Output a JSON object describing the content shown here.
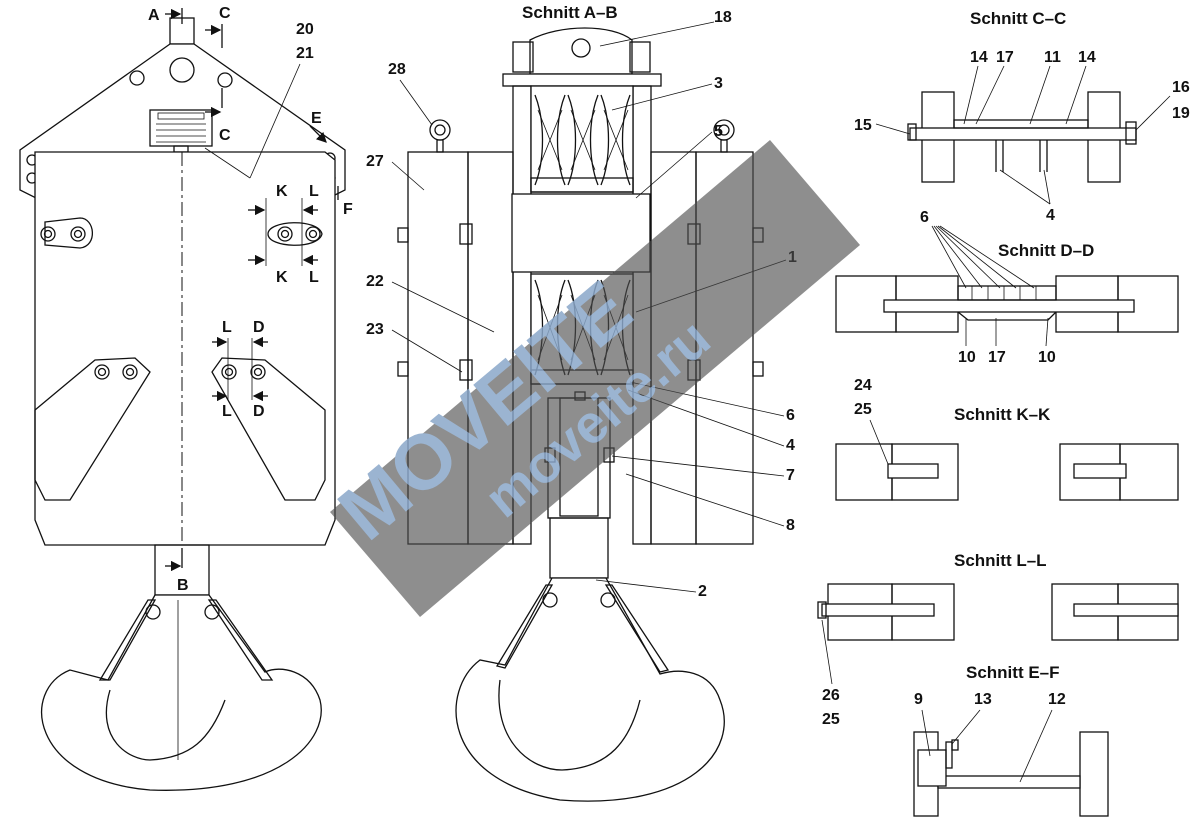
{
  "sections": {
    "ab": "Schnitt  A–B",
    "cc": "Schnitt  C–C",
    "dd": "Schnitt  D–D",
    "kk": "Schnitt  K–K",
    "ll": "Schnitt  L–L",
    "ef": "Schnitt  E–F"
  },
  "cut_letters": {
    "a": "A",
    "b": "B",
    "c1": "C",
    "c2": "C",
    "e": "E",
    "f": "F",
    "k1": "K",
    "k2": "K",
    "l1": "L",
    "l2": "L",
    "l3": "L",
    "l4": "L",
    "d1": "D",
    "d2": "D"
  },
  "callouts": {
    "n20": "20",
    "n21": "21",
    "n28": "28",
    "n27": "27",
    "n22": "22",
    "n23": "23",
    "n18": "18",
    "n3": "3",
    "n5": "5",
    "n1": "1",
    "n6a": "6",
    "n4a": "4",
    "n7": "7",
    "n8": "8",
    "n2": "2",
    "n14a": "14",
    "n17a": "17",
    "n11": "11",
    "n14b": "14",
    "n16": "16",
    "n19": "19",
    "n15": "15",
    "n4b": "4",
    "n6b": "6",
    "n10a": "10",
    "n17b": "17",
    "n10b": "10",
    "n24": "24",
    "n25a": "25",
    "n26": "26",
    "n25b": "25",
    "n9": "9",
    "n13": "13",
    "n12": "12"
  },
  "watermark": {
    "brand": "MOVEITE",
    "url": "moveite.ru"
  },
  "colors": {
    "line": "#111111",
    "watermark_band": "#4d4d4d",
    "watermark_text": "#8aa7c9"
  }
}
